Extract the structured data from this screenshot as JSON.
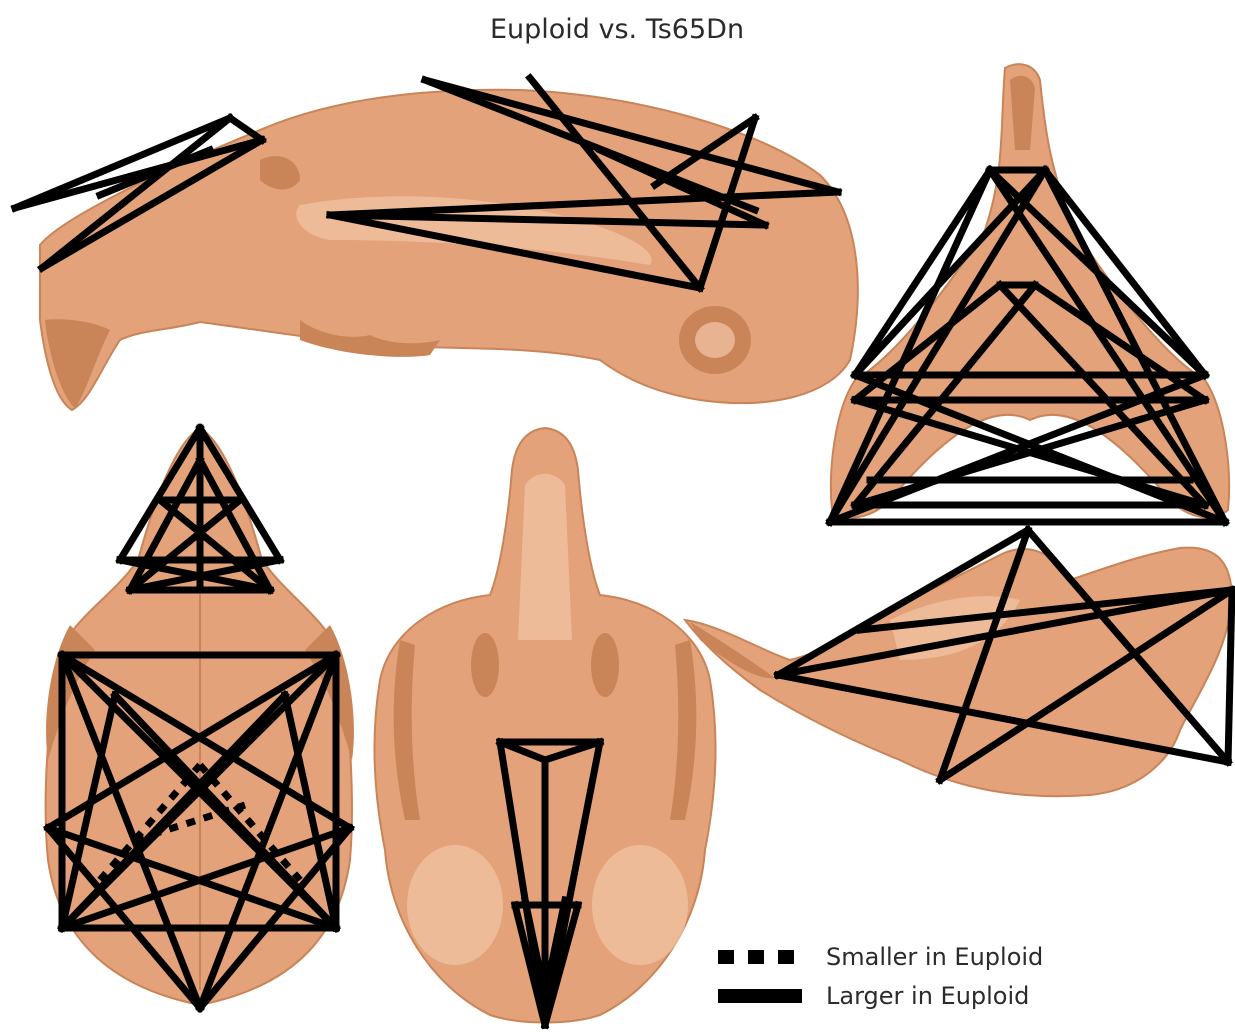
{
  "figure": {
    "title": "Euploid vs. Ts65Dn",
    "legend": {
      "smaller": "Smaller in Euploid",
      "larger": "Larger in Euploid"
    },
    "colors": {
      "bone": "#e3a27a",
      "bone_shadow": "#c98458",
      "line": "#000000",
      "background": "#ffffff"
    },
    "views": [
      "skull-lateral",
      "skull-dorsal",
      "skull-ventral",
      "mandible-frontal",
      "mandible-lateral"
    ]
  }
}
